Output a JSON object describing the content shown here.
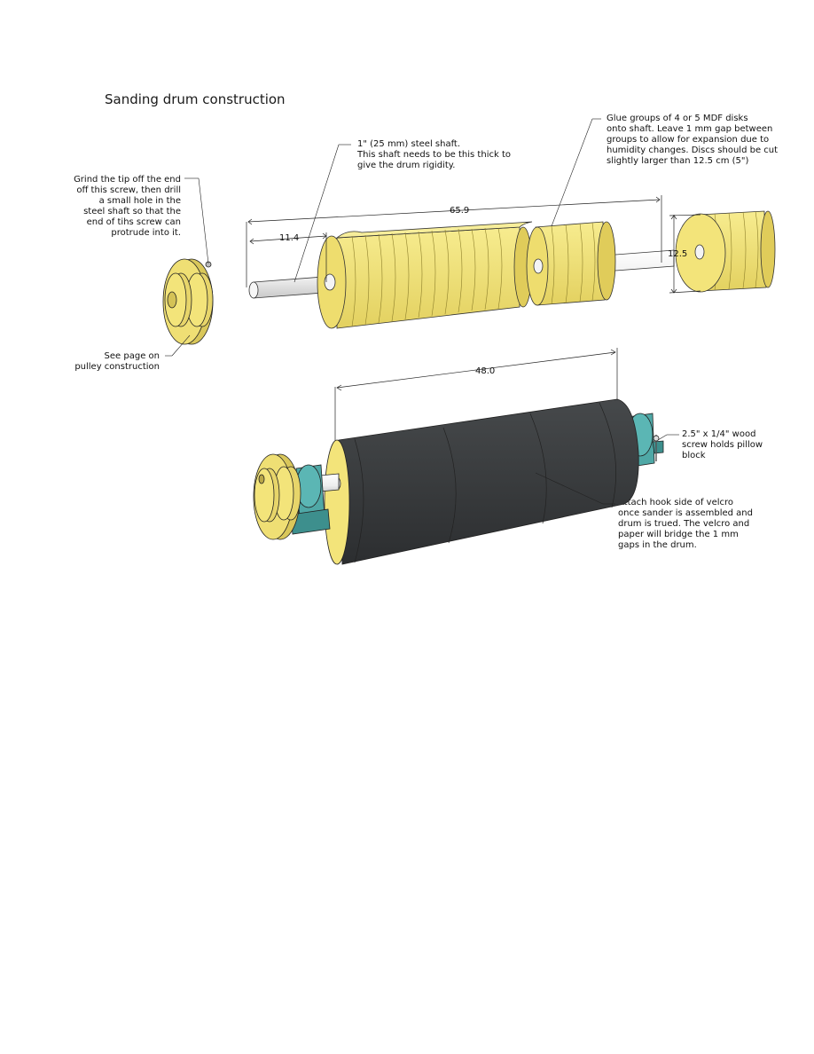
{
  "title": "Sanding drum construction",
  "notes": {
    "screw_tip": [
      "Grind the tip off the end",
      "off this screw, then drill",
      "a small hole in the",
      "steel shaft so that the",
      "end of tihs screw can",
      "protrude into it."
    ],
    "shaft": [
      "1\" (25 mm) steel shaft.",
      "This shaft needs to be this thick to",
      "give the drum rigidity."
    ],
    "glue": [
      "Glue groups of 4 or 5 MDF disks",
      "onto shaft.  Leave 1 mm gap between",
      "groups to allow for expansion due to",
      "humidity changes.  Discs should be cut",
      "slightly larger than 12.5 cm (5\")"
    ],
    "pulley": [
      "See page on",
      "pulley construction"
    ],
    "pillow": [
      "2.5\" x 1/4\" wood",
      "screw holds pillow",
      "block"
    ],
    "velcro": [
      "Attach hook side of velcro",
      "once sander is assembled and",
      "drum is trued.  The velcro and",
      "paper will bridge the 1 mm",
      "gaps in the drum."
    ]
  },
  "dimensions": {
    "overall": "65.9",
    "shaft_end": "11.4",
    "disc_diameter": "12.5",
    "drum_length": "48.0"
  },
  "colors": {
    "disc": "#f3e47a",
    "disc_dark": "#d7c552",
    "shaft": "#f4f4f4",
    "drum": "#3b3d3f",
    "bearing": "#4fa8a6"
  }
}
